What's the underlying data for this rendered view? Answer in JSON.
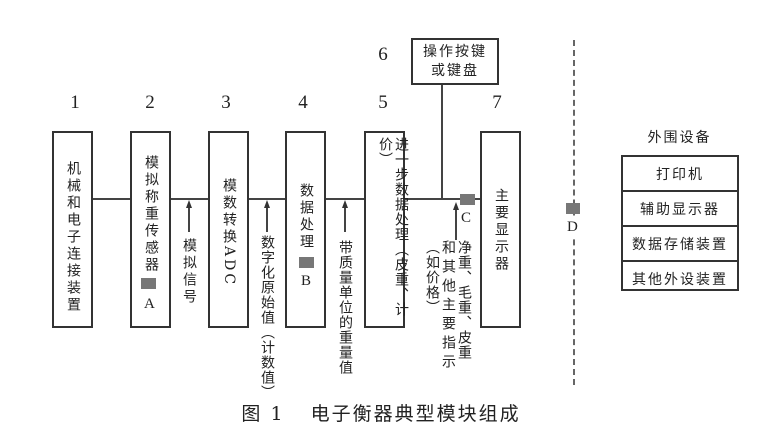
{
  "numbers": [
    "1",
    "2",
    "3",
    "4",
    "5",
    "6",
    "7"
  ],
  "blocks": {
    "b1": "机械和电子连接装置",
    "b2": "模拟称重传感器",
    "b3": "模数转换ADC",
    "b4": "数据处理",
    "b5": "进一步数据处理（皮重、计价）",
    "b6_line1": "操作按键",
    "b6_line2": "或键盘",
    "b7": "主要显示器"
  },
  "markers": {
    "a": "A",
    "b": "B",
    "c": "C",
    "d": "D"
  },
  "signals": {
    "s1": "模拟信号",
    "s2": "数字化原始值（计数值）",
    "s3": "带质量单位的重量值",
    "s4_col1": "净重、毛重、皮重",
    "s4_col2": "和其他主要指示",
    "s4_col3": "（如价格）"
  },
  "peripherals": {
    "title": "外围设备",
    "items": [
      "打印机",
      "辅助显示器",
      "数据存储装置",
      "其他外设装置"
    ]
  },
  "caption": {
    "label": "图 1",
    "text": "电子衡器典型模块组成"
  }
}
